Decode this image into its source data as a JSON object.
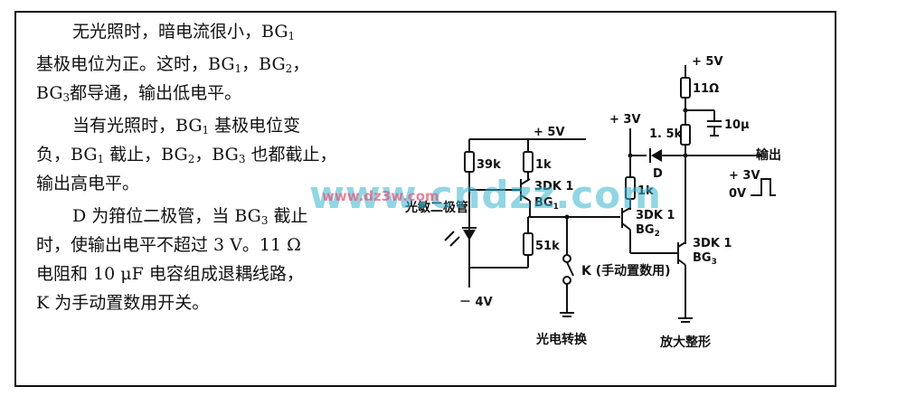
{
  "text": {
    "p1_l1": "无光照时，暗电流很小，BG",
    "p1_l1_sub": "1",
    "p1_l2a": "基极电位为正。这时，BG",
    "p1_l2b": "，BG",
    "p1_l2c": "，",
    "p1_l3a": "BG",
    "p1_l3b": "都导通，输出低电平。",
    "p2_l1a": "当有光照时，BG",
    "p2_l1b": " 基极电位变",
    "p2_l2a": "负，BG",
    "p2_l2b": " 截止，BG",
    "p2_l2c": "，BG",
    "p2_l2d": " 也都截止，",
    "p2_l3": "输出高电平。",
    "p3_l1a": "D 为箝位二极管，当 BG",
    "p3_l1b": " 截止",
    "p3_l2": "时，使输出电平不超过 3 V。11 Ω",
    "p3_l3": "电阻和 10 μF 电容组成退耦线路，",
    "p3_l4": "K 为手动置数用开关。",
    "sub1": "1",
    "sub2": "2",
    "sub3": "3"
  },
  "circuit": {
    "plus5v_left": "+ 5V",
    "plus5v_top": "+ 5V",
    "plus3v_mid": "+ 3V",
    "plus3v_out": "+ 3V",
    "minus4v": "－ 4V",
    "r39k": "39k",
    "r1k_a": "1k",
    "r1k_b": "1k",
    "r51k": "51k",
    "r11": "11Ω",
    "r15k": "1. 5k",
    "cap": "10μ",
    "diode_d": "D",
    "q1_type": "3DK 1",
    "q1_name": "BG",
    "q2_type": "3DK 1",
    "q2_name": "BG",
    "q3_type": "3DK 1",
    "q3_name": "BG",
    "photodiode": "光敏二极管",
    "switch_k": "K (手动置数用)",
    "output": "输出",
    "zero_v": "0V",
    "label_convert": "光电转换",
    "label_amp": "放大整形"
  },
  "watermark": {
    "main": "www.cndzz.com",
    "small": "www.dz3w.com"
  }
}
